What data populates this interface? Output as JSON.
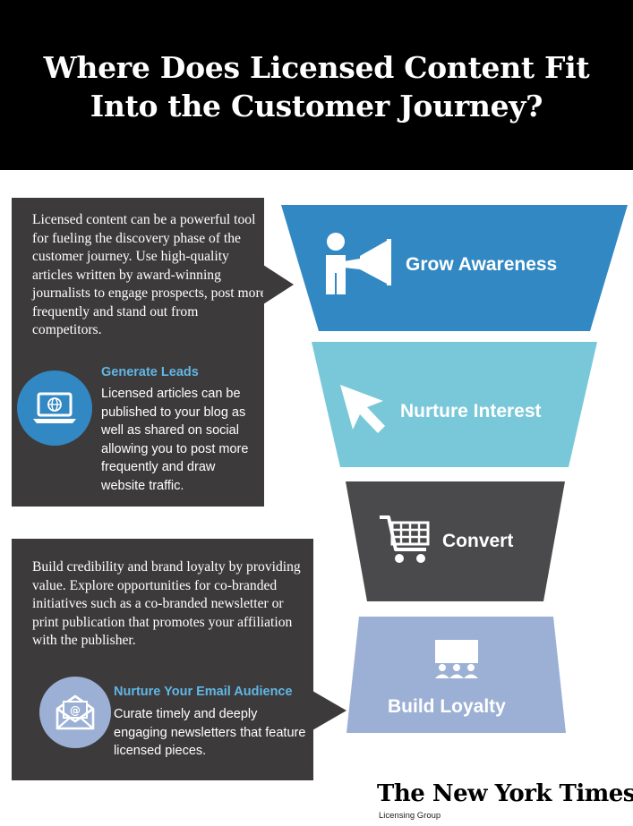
{
  "header": {
    "title_line1": "Where Does Licensed Content Fit",
    "title_line2": "Into the Customer Journey?"
  },
  "awareness_panel": {
    "intro": "Licensed content can be a powerful tool for fueling the discovery phase of the customer journey. Use high-quality articles written by award-winning journalists to engage prospects, post more frequently and stand out from competitors.",
    "icon": "laptop-globe-icon",
    "subtitle": "Generate Leads",
    "body": "Licensed articles can be published to your blog as well as shared on social allowing you to post more frequently and draw website traffic."
  },
  "loyalty_panel": {
    "intro": "Build credibility and brand loyalty by providing value. Explore opportunities for co-branded initiatives such as a co-branded newsletter or print publication that promotes your affiliation with the publisher.",
    "icon": "envelope-at-icon",
    "subtitle": "Nurture Your Email Audience",
    "body": "Curate timely and deeply engaging newsletters that feature licensed pieces."
  },
  "funnel": [
    {
      "label": "Grow Awareness",
      "icon": "megaphone-person-icon",
      "color": "#3288c3"
    },
    {
      "label": "Nurture Interest",
      "icon": "cursor-arrow-icon",
      "color": "#79c8d9"
    },
    {
      "label": "Convert",
      "icon": "shopping-cart-icon",
      "color": "#4a4a4c"
    },
    {
      "label": "Build Loyalty",
      "icon": "presentation-audience-icon",
      "color": "#9bb0d4"
    }
  ],
  "footer": {
    "brand": "The New York Times",
    "subbrand": "Licensing Group"
  }
}
